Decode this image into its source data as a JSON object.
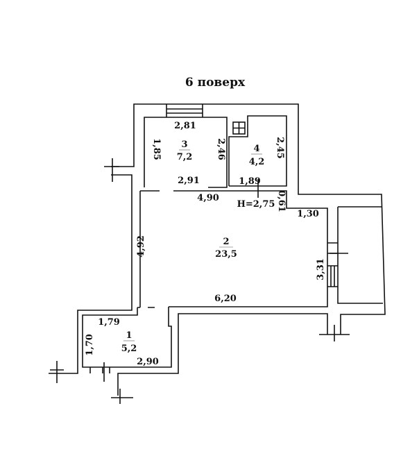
{
  "title": "6 поверх",
  "height_label": "H=2,75",
  "rooms": [
    {
      "number": "1",
      "area": "5,2"
    },
    {
      "number": "2",
      "area": "23,5"
    },
    {
      "number": "3",
      "area": "7,2"
    },
    {
      "number": "4",
      "area": "4,2"
    }
  ],
  "dimensions": {
    "r3_top": "2,81",
    "r3_left": "1,85",
    "r3_right": "2,46",
    "r3_bottom": "2,91",
    "r4_right": "2,45",
    "r4_bottom": "1,89",
    "r2_top": "4,90",
    "r2_notch": "0,61",
    "r2_step": "1,30",
    "r2_left": "4,92",
    "r2_right": "3,31",
    "r2_bottom": "6,20",
    "r1_top": "1,79",
    "r1_left": "1,70",
    "r1_bottom": "2,90"
  }
}
